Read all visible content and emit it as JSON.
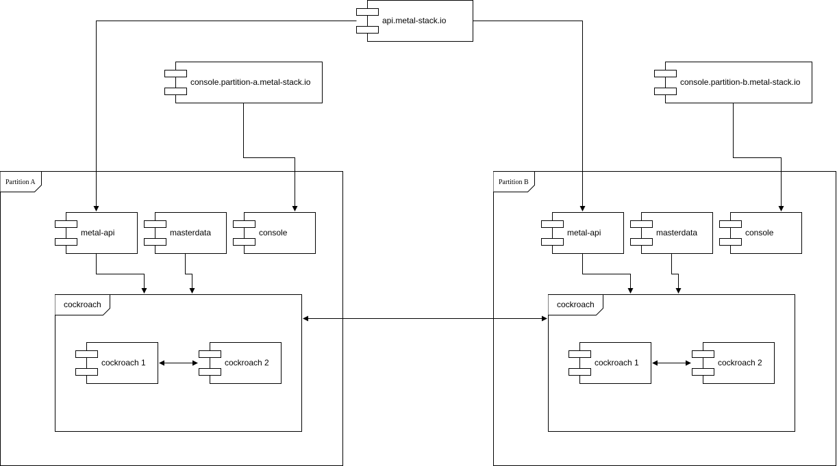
{
  "components": {
    "api": "api.metal-stack.io",
    "console_a": "console.partition-a.metal-stack.io",
    "console_b": "console.partition-b.metal-stack.io",
    "partition_a": {
      "title": "Partition A",
      "metal_api": "metal-api",
      "masterdata": "masterdata",
      "console": "console",
      "cockroach": "cockroach",
      "cockroach_1": "cockroach 1",
      "cockroach_2": "cockroach 2"
    },
    "partition_b": {
      "title": "Partition B",
      "metal_api": "metal-api",
      "masterdata": "masterdata",
      "console": "console",
      "cockroach": "cockroach",
      "cockroach_1": "cockroach 1",
      "cockroach_2": "cockroach 2"
    }
  },
  "colors": {
    "stroke": "#000000",
    "fill": "#ffffff"
  }
}
